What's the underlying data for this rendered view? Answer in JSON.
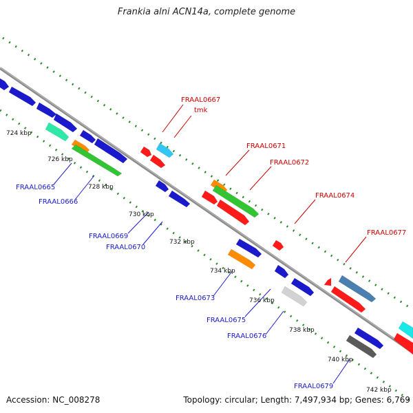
{
  "title": "Frankia alni ACN14a, complete genome",
  "footer": {
    "accession": "Accession: NC_008278",
    "topology": "Topology: circular; Length: 7,497,934 bp; Genes: 6,769"
  },
  "colors": {
    "backbone": "#8c8c8c",
    "tick_dots": "#2a8a2a",
    "forward_label": "#cc0000",
    "reverse_label": "#1a1acc"
  },
  "ticks": [
    "724 kbp",
    "726 kbp",
    "728 kbp",
    "730 kbp",
    "732 kbp",
    "734 kbp",
    "736 kbp",
    "738 kbp",
    "740 kbp",
    "742 kbp"
  ],
  "gene_labels": [
    {
      "id": "lbl-0667",
      "text": "FRAAL0667",
      "strand": "forward"
    },
    {
      "id": "lbl-tmk",
      "text": "tmk",
      "strand": "forward"
    },
    {
      "id": "lbl-0671",
      "text": "FRAAL0671",
      "strand": "forward"
    },
    {
      "id": "lbl-0672",
      "text": "FRAAL0672",
      "strand": "forward"
    },
    {
      "id": "lbl-0674",
      "text": "FRAAL0674",
      "strand": "forward"
    },
    {
      "id": "lbl-0677",
      "text": "FRAAL0677",
      "strand": "forward"
    },
    {
      "id": "lbl-0665",
      "text": "FRAAL0665",
      "strand": "reverse"
    },
    {
      "id": "lbl-0666",
      "text": "FRAAL0666",
      "strand": "reverse"
    },
    {
      "id": "lbl-0669",
      "text": "FRAAL0669",
      "strand": "reverse"
    },
    {
      "id": "lbl-0670",
      "text": "FRAAL0670",
      "strand": "reverse"
    },
    {
      "id": "lbl-0673",
      "text": "FRAAL0673",
      "strand": "reverse"
    },
    {
      "id": "lbl-0675",
      "text": "FRAAL0675",
      "strand": "reverse"
    },
    {
      "id": "lbl-0676",
      "text": "FRAAL0676",
      "strand": "reverse"
    },
    {
      "id": "lbl-0679",
      "text": "FRAAL0679",
      "strand": "reverse"
    }
  ]
}
